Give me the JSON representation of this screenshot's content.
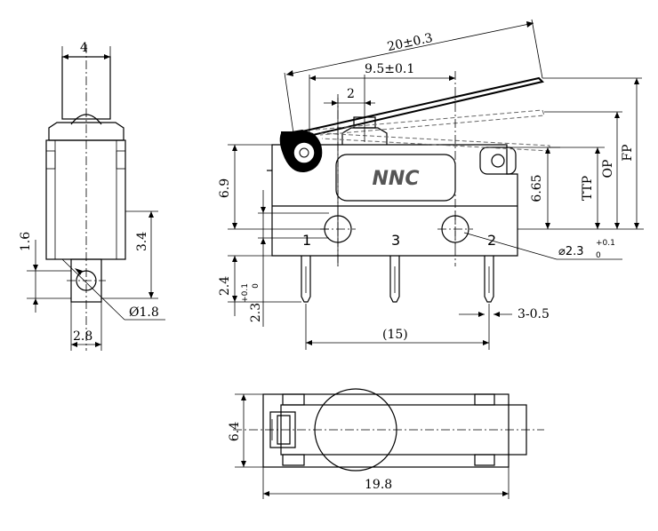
{
  "logo": "NNC",
  "side_view": {
    "width_top": "4",
    "height_34": "3.4",
    "height_16": "1.6",
    "width_bottom": "2.8",
    "hole_dia": "Ø1.8"
  },
  "front_view": {
    "lever_length": "20±0.3",
    "pivot_to_center": "9.5±0.1",
    "offset_2": "2",
    "height_69": "6.9",
    "height_665": "6.65",
    "ttp": "TTP",
    "op": "OP",
    "fp": "FP",
    "hole_dia_main": "⌀2.3",
    "hole_tol_plus": "+0.1",
    "hole_tol_zero": "0",
    "pin_len_24": "2.4",
    "pin_len_23": "2.3",
    "pin_tol_plus": "+0.1",
    "pin_tol_zero": "0",
    "pin_spacing": "(15)",
    "pin_width": "3-0.5",
    "pin1": "1",
    "pin2": "2",
    "pin3": "3"
  },
  "bottom_view": {
    "width_64": "6.4",
    "length_198": "19.8"
  }
}
